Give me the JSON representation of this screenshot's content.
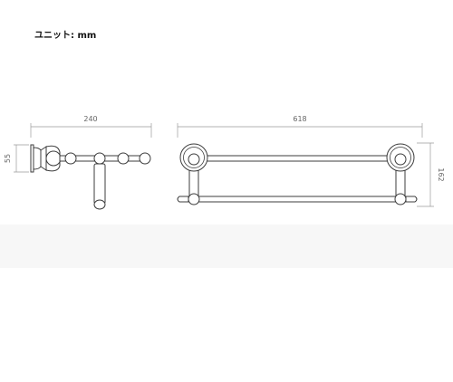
{
  "unit": {
    "label": "ユニット: mm"
  },
  "side_view": {
    "width_label": "240",
    "height_label": "55"
  },
  "front_view": {
    "width_label": "618",
    "height_label": "162"
  }
}
